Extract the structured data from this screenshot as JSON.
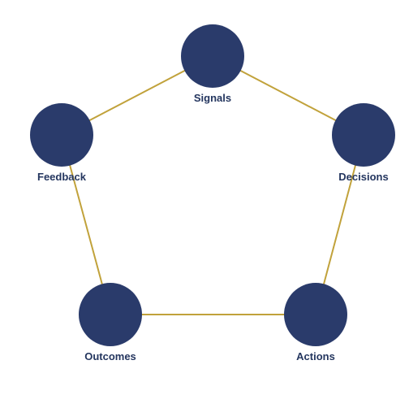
{
  "colors": {
    "node_fill": "#2a3b6b",
    "connector": "#c1a23b",
    "label": "#24365f",
    "background": "#ffffff"
  },
  "nodes": [
    {
      "label": "Signals"
    },
    {
      "label": "Decisions"
    },
    {
      "label": "Actions"
    },
    {
      "label": "Outcomes"
    },
    {
      "label": "Feedback"
    }
  ]
}
